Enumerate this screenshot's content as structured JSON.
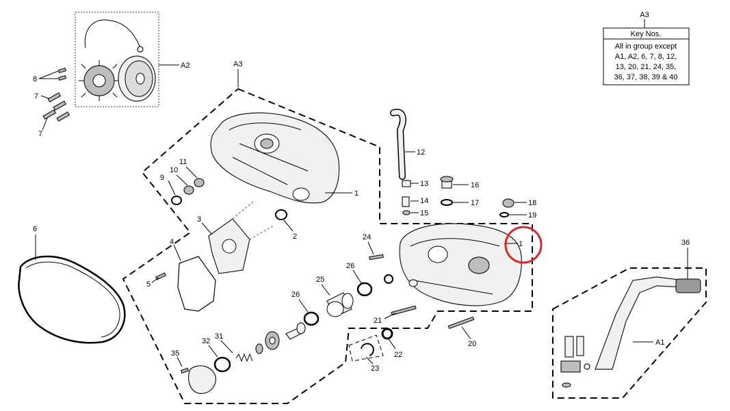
{
  "keybox": {
    "group_label": "A3",
    "header": "Key Nos.",
    "lines": [
      "All in group except",
      "A1, A2, 6, 7, 8, 12,",
      "13, 20, 21, 24, 35,",
      "36, 37, 38, 39 & 40"
    ]
  },
  "group_labels": {
    "a1": "A1",
    "a2": "A2",
    "a3": "A3"
  },
  "callouts": {
    "c1_upper": "1",
    "c1_lower": "1",
    "c2": "2",
    "c3": "3",
    "c4": "4",
    "c5": "5",
    "c6": "6",
    "c7a": "7",
    "c7b": "7",
    "c8": "8",
    "c9": "9",
    "c10": "10",
    "c11": "11",
    "c12": "12",
    "c13": "13",
    "c14": "14",
    "c15": "15",
    "c16": "16",
    "c17": "17",
    "c18": "18",
    "c19": "19",
    "c20": "20",
    "c21": "21",
    "c22": "22",
    "c23": "23",
    "c24": "24",
    "c25": "25",
    "c26a": "26",
    "c26b": "26",
    "c31": "31",
    "c32": "32",
    "c35": "35",
    "c36": "36"
  },
  "highlight": {
    "color": "#d8262a",
    "target": "1"
  }
}
